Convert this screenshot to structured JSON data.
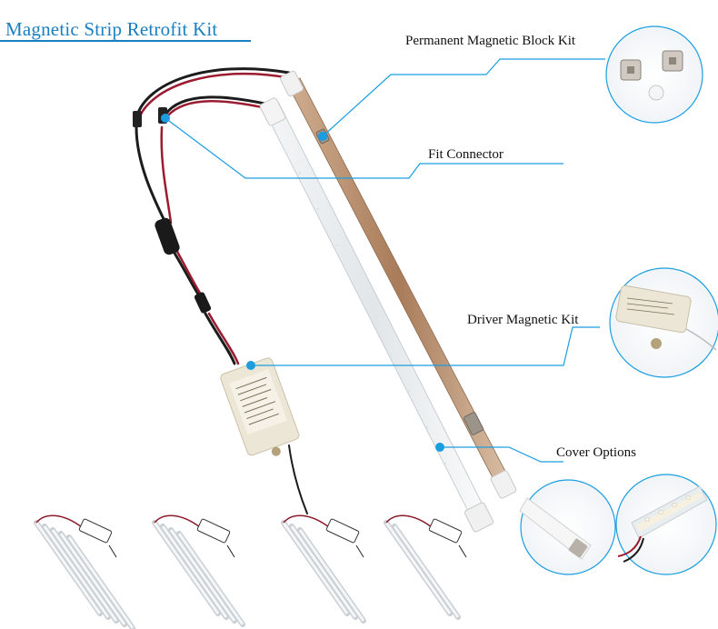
{
  "title": "Magnetic Strip Retrofit Kit",
  "labels": {
    "block_kit": "Permanent Magnetic Block Kit",
    "fit_connector": "Fit Connector",
    "driver_kit": "Driver Magnetic Kit",
    "cover_options": "Cover Options"
  },
  "colors": {
    "accent": "#1a7fc1",
    "callout_dot": "#1a9ee0",
    "wire_red": "#8b1a2a",
    "copper_strip": "#b99070"
  },
  "variants": [
    {
      "strips": 5
    },
    {
      "strips": 4
    },
    {
      "strips": 3
    },
    {
      "strips": 2
    }
  ]
}
